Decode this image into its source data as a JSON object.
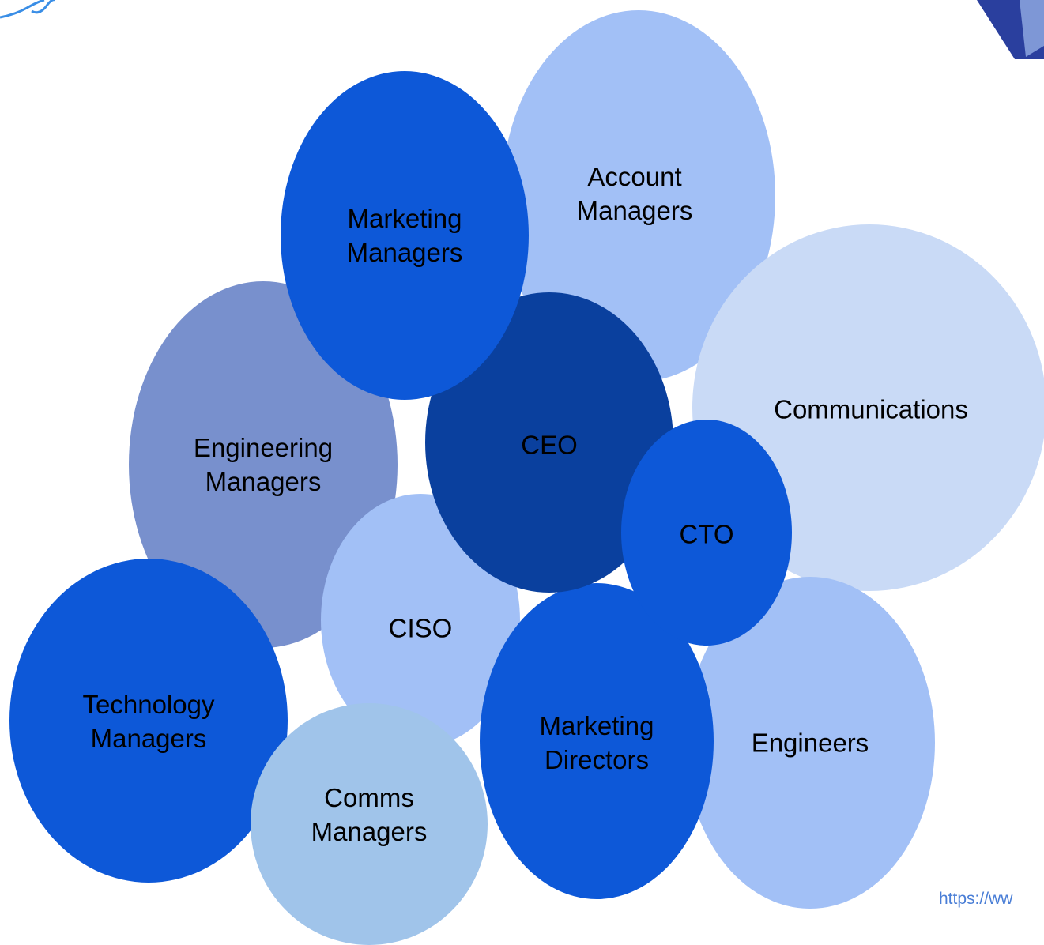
{
  "colors": {
    "dark_navy": "#0a409e",
    "royal_blue": "#0d58d8",
    "slate_blue": "#7890cd",
    "light_blue": "#a2c0f6",
    "pale_blue": "#c9daf6",
    "sky_blue": "#a0c4ea",
    "url_text": "#4a7ed6",
    "corner_accent": "#2a3f9e",
    "corner_accent_light": "#7e97d6"
  },
  "nodes": [
    {
      "id": "account-managers",
      "lines": [
        "Account",
        "Managers"
      ],
      "color": "light_blue"
    },
    {
      "id": "communications",
      "lines": [
        "Communications"
      ],
      "color": "pale_blue"
    },
    {
      "id": "engineers",
      "lines": [
        "Engineers"
      ],
      "color": "light_blue"
    },
    {
      "id": "engineering-managers",
      "lines": [
        "Engineering",
        "Managers"
      ],
      "color": "slate_blue"
    },
    {
      "id": "ciso",
      "lines": [
        "CISO"
      ],
      "color": "light_blue"
    },
    {
      "id": "technology-managers",
      "lines": [
        "Technology",
        "Managers"
      ],
      "color": "royal_blue"
    },
    {
      "id": "comms-managers",
      "lines": [
        "Comms",
        "Managers"
      ],
      "color": "sky_blue"
    },
    {
      "id": "marketing-directors",
      "lines": [
        "Marketing",
        "Directors"
      ],
      "color": "royal_blue"
    },
    {
      "id": "ceo",
      "lines": [
        "CEO"
      ],
      "color": "dark_navy"
    },
    {
      "id": "marketing-managers",
      "lines": [
        "Marketing",
        "Managers"
      ],
      "color": "royal_blue"
    },
    {
      "id": "cto",
      "lines": [
        "CTO"
      ],
      "color": "royal_blue"
    }
  ],
  "footer": {
    "url_text": "https://ww"
  },
  "decorations": {
    "top_left": "curve-logo-icon",
    "top_right": "triangle-corner-icon"
  }
}
